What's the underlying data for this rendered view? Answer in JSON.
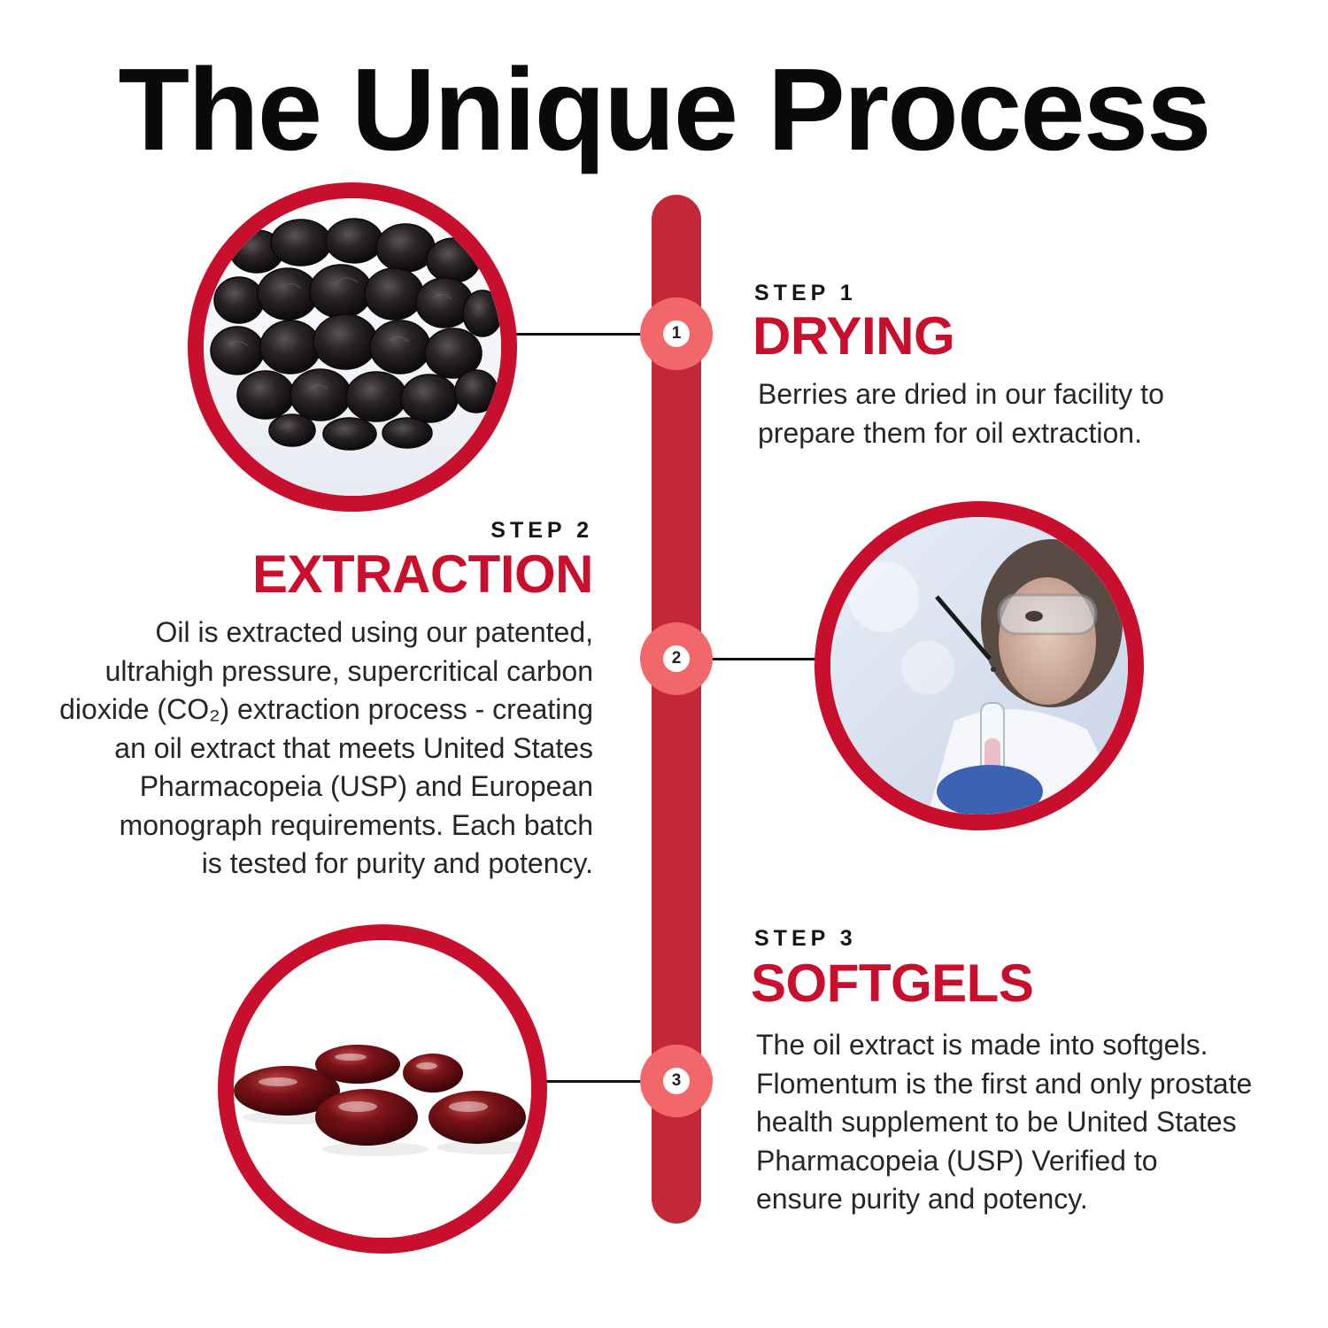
{
  "title": "The Unique Process",
  "colors": {
    "accent": "#c8102e",
    "timeline": "#c32838",
    "node": "#f2676a",
    "text": "#262626"
  },
  "steps": [
    {
      "number": "1",
      "label": "STEP 1",
      "heading": "DRYING",
      "body_lines": [
        "Berries are dried in our facility to",
        "prepare them for oil extraction."
      ],
      "image": "dried-berries-photo"
    },
    {
      "number": "2",
      "label": "STEP 2",
      "heading": "EXTRACTION",
      "body_lines": [
        "Oil is extracted using our patented,",
        "ultrahigh pressure, supercritical carbon",
        "dioxide (CO₂) extraction process - creating",
        "an oil extract that meets United States",
        "Pharmacopeia (USP) and European",
        "monograph requirements. Each batch",
        "is tested for purity and potency."
      ],
      "image": "lab-scientist-photo"
    },
    {
      "number": "3",
      "label": "STEP 3",
      "heading": "SOFTGELS",
      "body_lines": [
        "The oil extract is made into softgels.",
        "Flomentum is the first and only prostate",
        "health supplement to be United States",
        "Pharmacopeia (USP) Verified to",
        "ensure purity and potency."
      ],
      "image": "softgels-photo"
    }
  ]
}
